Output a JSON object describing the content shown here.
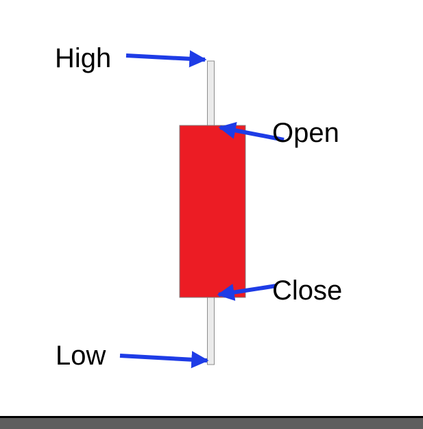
{
  "diagram": {
    "labels": {
      "high": "High",
      "open": "Open",
      "close": "Close",
      "low": "Low"
    },
    "colors": {
      "candle_body": "#ec1c24",
      "candle_body_border": "#808080",
      "wick_fill": "#ebebeb",
      "wick_border": "#8c8c8c",
      "arrow": "#1e3ce6",
      "label_text": "#000000",
      "background": "#ffffff",
      "bottom_bar": "#5e5e5e",
      "bottom_bar_top_border": "#000000"
    }
  }
}
